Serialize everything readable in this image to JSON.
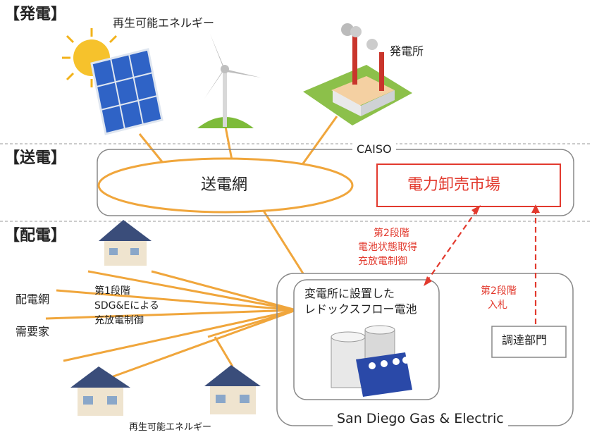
{
  "sections": {
    "generation": "【発電】",
    "transmission": "【送電】",
    "distribution": "【配電】"
  },
  "generation": {
    "renewable_label": "再生可能エネルギー",
    "power_plant_label": "発電所"
  },
  "transmission": {
    "operator": "CAISO",
    "grid_label": "送電網",
    "wholesale_market": "電力卸売市場"
  },
  "distribution": {
    "grid_label": "配電網",
    "consumers_label": "需要家",
    "stage1": [
      "第1段階",
      "SDG&Eによる",
      "充放電制御"
    ],
    "renewable_label": "再生可能エネルギー"
  },
  "utility": {
    "name": "San Diego Gas & Electric",
    "battery_label": [
      "変電所に設置した",
      "レドックスフロー電池"
    ],
    "procurement": "調達部門",
    "stage2_control": [
      "第2段階",
      "電池状態取得",
      "充放電制御"
    ],
    "stage2_bid": [
      "第2段階",
      "入札"
    ]
  },
  "colors": {
    "line_orange": "#f0a63c",
    "accent_red": "#e23a2e",
    "box_gray": "#888888",
    "panel_blue": "#2f63c6",
    "grass_green": "#7dbb3a"
  },
  "icons": [
    "sun-icon",
    "solar-panel-icon",
    "wind-turbine-icon",
    "power-plant-icon",
    "house-icon",
    "battery-icon"
  ]
}
